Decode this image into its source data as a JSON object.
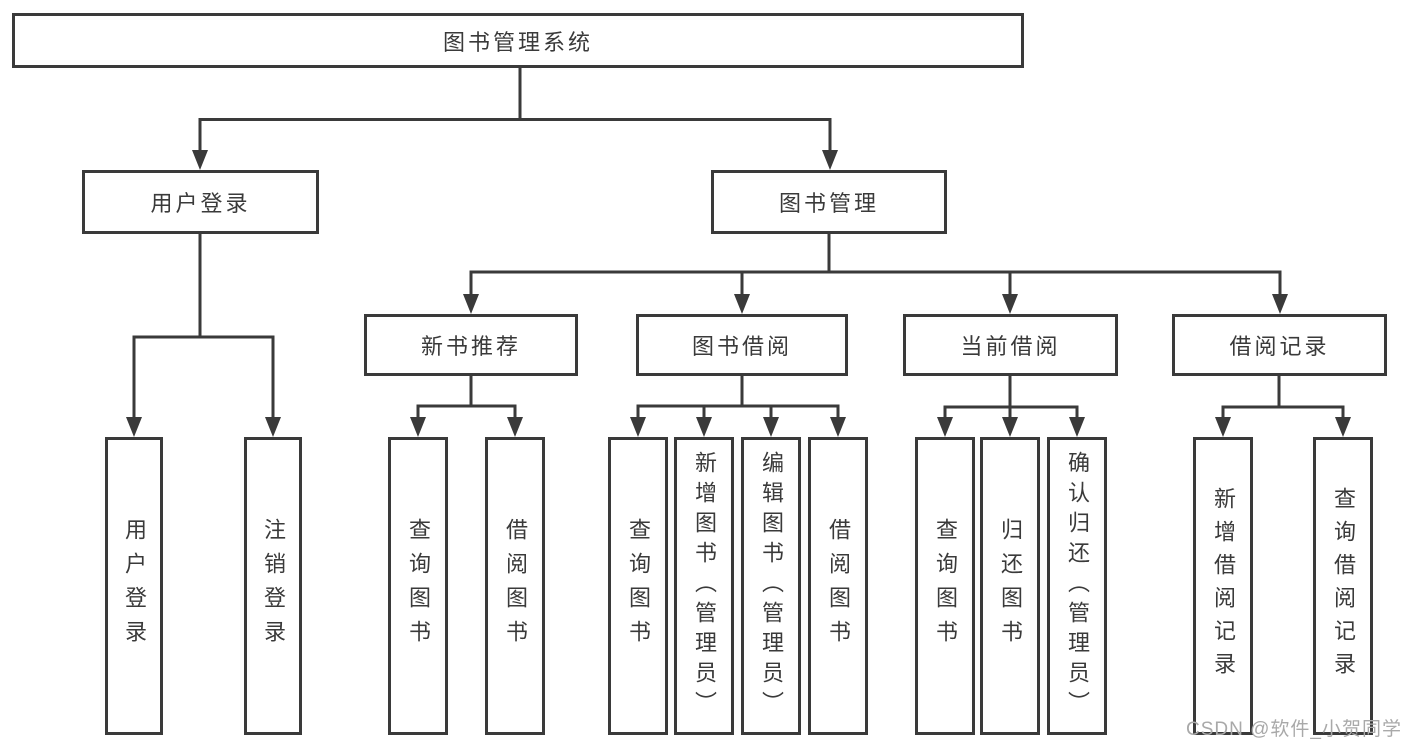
{
  "tree": {
    "label": "图书管理系统",
    "children": [
      {
        "label": "用户登录",
        "children": [
          {
            "label": "用户登录"
          },
          {
            "label": "注销登录"
          }
        ]
      },
      {
        "label": "图书管理",
        "children": [
          {
            "label": "新书推荐",
            "children": [
              {
                "label": "查询图书"
              },
              {
                "label": "借阅图书"
              }
            ]
          },
          {
            "label": "图书借阅",
            "children": [
              {
                "label": "查询图书"
              },
              {
                "label": "新增图书（管理员）"
              },
              {
                "label": "编辑图书（管理员）"
              },
              {
                "label": "借阅图书"
              }
            ]
          },
          {
            "label": "当前借阅",
            "children": [
              {
                "label": "查询图书"
              },
              {
                "label": "归还图书"
              },
              {
                "label": "确认归还（管理员）"
              }
            ]
          },
          {
            "label": "借阅记录",
            "children": [
              {
                "label": "新增借阅记录"
              },
              {
                "label": "查询借阅记录"
              }
            ]
          }
        ]
      }
    ]
  },
  "watermark": "CSDN @软件_小贺同学",
  "colors": {
    "line": "#3a3a3a",
    "text": "#3a3a3a",
    "box_background": "#ffffff",
    "watermark": "#a9a9a9",
    "background": "#ffffff"
  }
}
